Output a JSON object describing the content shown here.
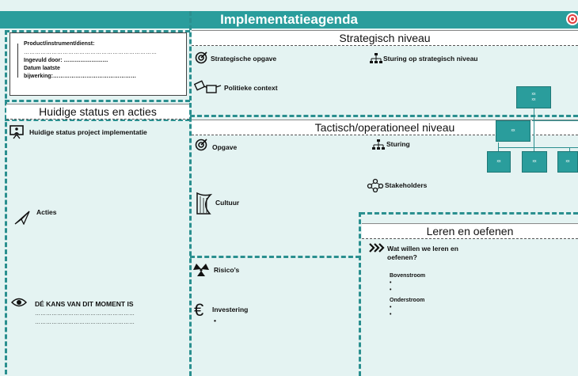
{
  "header": {
    "title": "Implementatieagenda"
  },
  "info_box": {
    "product_label": "Product/instrument/dienst:",
    "product_dots": "………………………………………………………………",
    "ingevuld_label": "Ingevuld door: ……………………",
    "datum_label": "Datum laatste",
    "bijwerking_label": "bijwerking:………………………………………"
  },
  "strategisch": {
    "heading": "Strategisch niveau",
    "opgave": "Strategische opgave",
    "sturing": "Sturing op strategisch niveau",
    "politiek": "Politieke context"
  },
  "huidige": {
    "heading": "Huidige status en acties",
    "status": "Huidige status project implementatie",
    "acties": "Acties",
    "kans": "DÉ KANS VAN DIT MOMENT IS",
    "kans_dots_1": "………………………………………………",
    "kans_dots_2": "………………………………………………"
  },
  "tactisch": {
    "heading": "Tactisch/operationeel niveau",
    "opgave": "Opgave",
    "sturing": "Sturing",
    "stakeholders": "Stakeholders",
    "cultuur": "Cultuur",
    "risicos": "Risico’s",
    "investering": "Investering",
    "investering_bullet": "•"
  },
  "org_chart": {
    "top": "xx\nxx",
    "middle": "xx",
    "bottom": [
      "xx",
      "xx",
      "xx"
    ]
  },
  "leren": {
    "heading": "Leren en oefenen",
    "vraag": "Wat willen we leren en oefenen?",
    "bovenstroom": "Bovenstroom",
    "bullet": "•",
    "onderstroom": "Onderstroom"
  },
  "colors": {
    "teal": "#2a9d9c",
    "background": "#e4f3f2"
  }
}
